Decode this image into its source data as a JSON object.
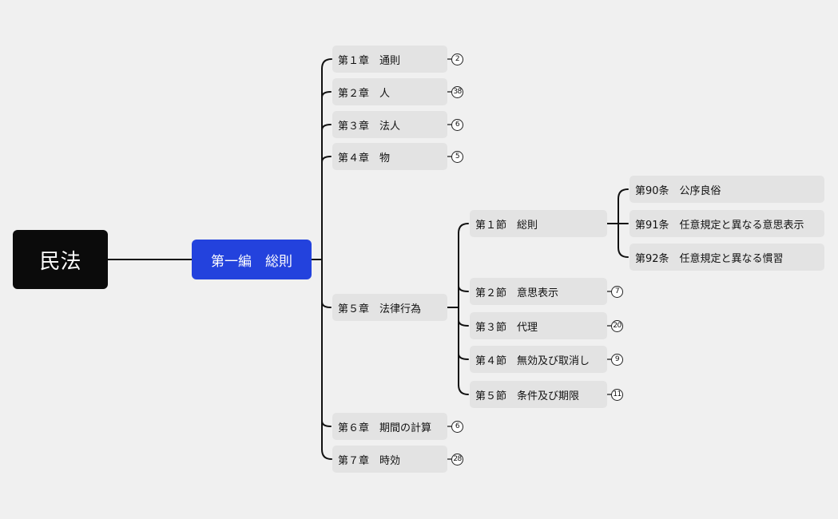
{
  "root": {
    "label": "民法"
  },
  "book": {
    "label": "第一編　総則"
  },
  "chapters": [
    {
      "label": "第１章　通則",
      "count": "2"
    },
    {
      "label": "第２章　人",
      "count": "38"
    },
    {
      "label": "第３章　法人",
      "count": "6"
    },
    {
      "label": "第４章　物",
      "count": "5"
    },
    {
      "label": "第５章　法律行為"
    },
    {
      "label": "第６章　期間の計算",
      "count": "6"
    },
    {
      "label": "第７章　時効",
      "count": "28"
    }
  ],
  "sections": [
    {
      "label": "第１節　総則"
    },
    {
      "label": "第２節　意思表示",
      "count": "7"
    },
    {
      "label": "第３節　代理",
      "count": "20"
    },
    {
      "label": "第４節　無効及び取消し",
      "count": "9"
    },
    {
      "label": "第５節　条件及び期限",
      "count": "11"
    }
  ],
  "articles": [
    {
      "label": "第90条　公序良俗"
    },
    {
      "label": "第91条　任意規定と異なる意思表示"
    },
    {
      "label": "第92条　任意規定と異なる慣習"
    }
  ],
  "colors": {
    "background": "#f0f0f0",
    "root_fill": "#0b0b0b",
    "book_fill": "#2342dd",
    "node_fill": "#e3e3e3",
    "line": "#111111"
  }
}
